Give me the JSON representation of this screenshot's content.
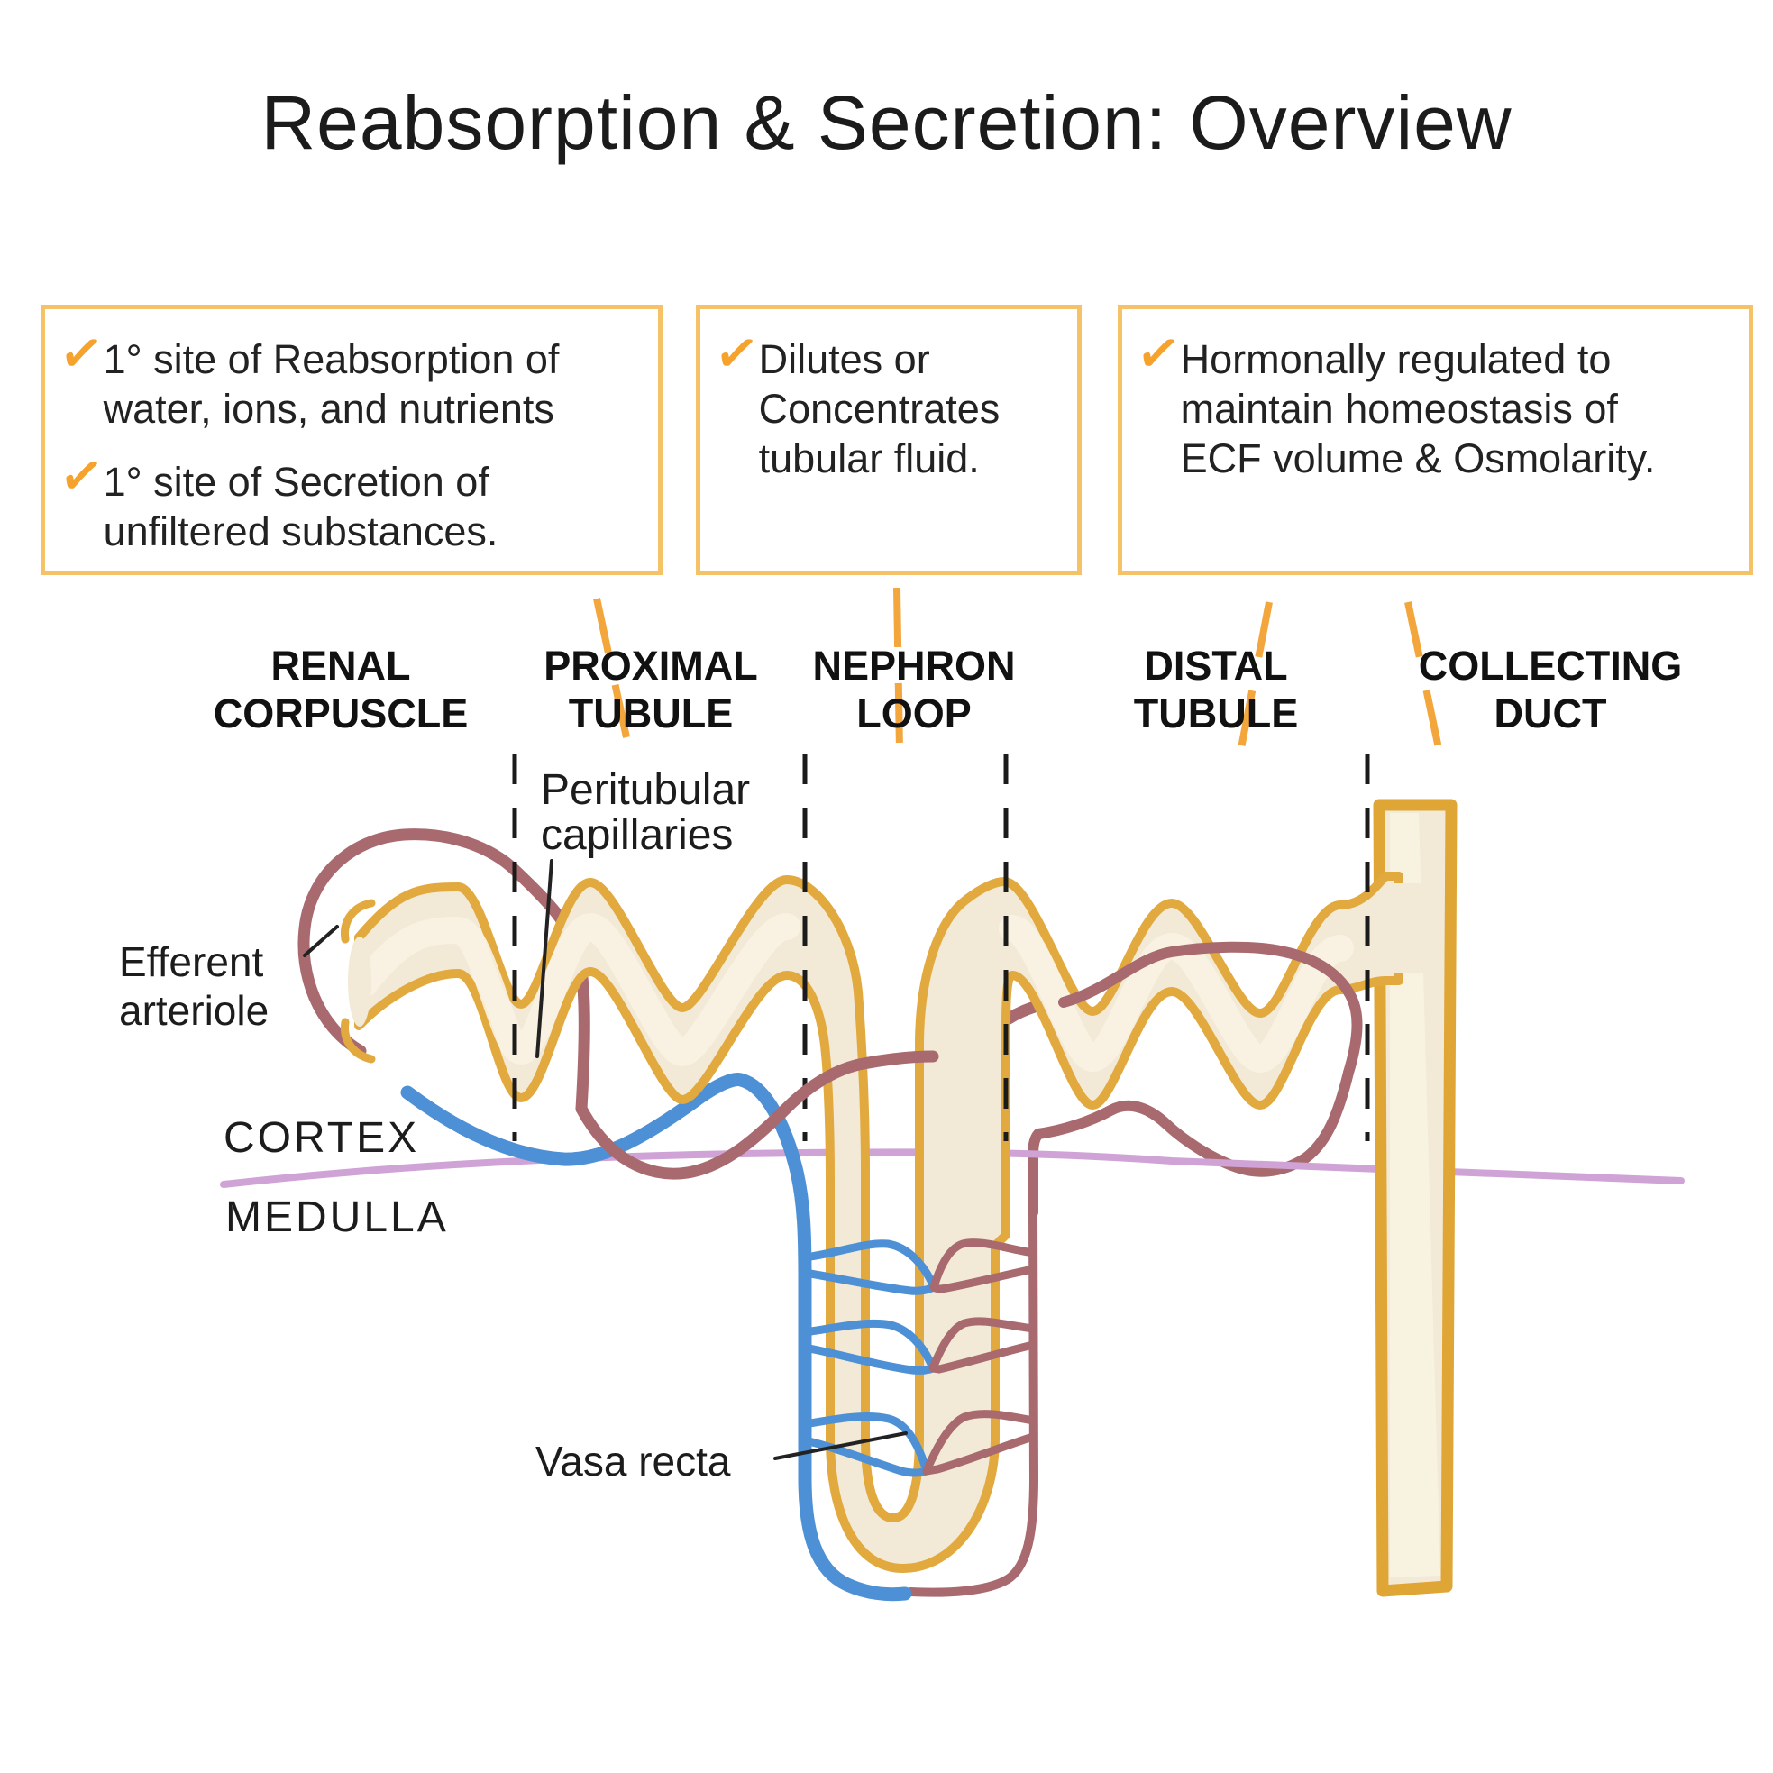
{
  "title": "Reabsorption & Secretion: Overview",
  "colors": {
    "box_border": "#f6c267",
    "checkmark": "#f5a32c",
    "connector_dash": "#f2a63b",
    "tubule_outline": "#e2a93e",
    "tubule_fill": "#f2ead7",
    "tubule_highlight": "#f9f3e3",
    "arteriole_maroon": "#a86a6e",
    "vein_blue": "#4d90d6",
    "cortex_boundary_purple": "#cfa3d6",
    "dashed_separator": "#1b1b1b",
    "text": "#1c1c1c"
  },
  "callouts": [
    {
      "bullets": [
        {
          "lines": [
            "1° site of Reabsorption of",
            "water, ions, and nutrients"
          ]
        },
        {
          "lines": [
            "1° site of Secretion of",
            "unfiltered substances."
          ]
        }
      ]
    },
    {
      "bullets": [
        {
          "lines": [
            "Dilutes or",
            "Concentrates",
            "tubular fluid."
          ]
        }
      ]
    },
    {
      "bullets": [
        {
          "lines": [
            "Hormonally regulated to",
            "maintain homeostasis of",
            "ECF volume & Osmolarity."
          ]
        }
      ]
    }
  ],
  "sections": [
    {
      "line1": "RENAL",
      "line2": "CORPUSCLE"
    },
    {
      "line1": "PROXIMAL",
      "line2": "TUBULE"
    },
    {
      "line1": "NEPHRON",
      "line2": "LOOP"
    },
    {
      "line1": "DISTAL",
      "line2": "TUBULE"
    },
    {
      "line1": "COLLECTING",
      "line2": "DUCT"
    }
  ],
  "diagram_labels": {
    "peritubular": {
      "line1": "Peritubular",
      "line2": "capillaries"
    },
    "efferent": {
      "line1": "Efferent",
      "line2": "arteriole"
    },
    "cortex": "CORTEX",
    "medulla": "MEDULLA",
    "vasa_recta": "Vasa recta"
  }
}
